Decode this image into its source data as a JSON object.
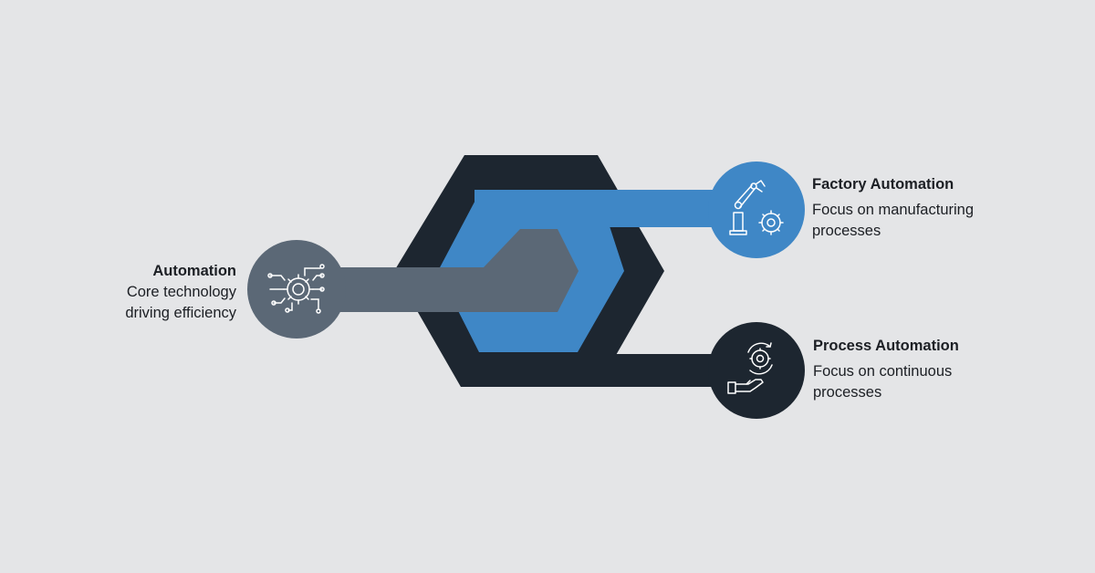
{
  "colors": {
    "background": "#e4e5e7",
    "dark": "#1d2630",
    "blue": "#3f87c6",
    "slate": "#5b6876",
    "icon_stroke": "#ffffff"
  },
  "nodes": {
    "core": {
      "title": "Automation",
      "desc_line1": "Core technology",
      "desc_line2": "driving efficiency",
      "icon": "gear-circuit-icon"
    },
    "factory": {
      "title": "Factory Automation",
      "desc_line1": "Focus on manufacturing",
      "desc_line2": "processes",
      "icon": "robot-arm-gear-icon"
    },
    "process": {
      "title": "Process Automation",
      "desc_line1": "Focus on continuous",
      "desc_line2": "processes",
      "icon": "hand-gear-icon"
    }
  }
}
